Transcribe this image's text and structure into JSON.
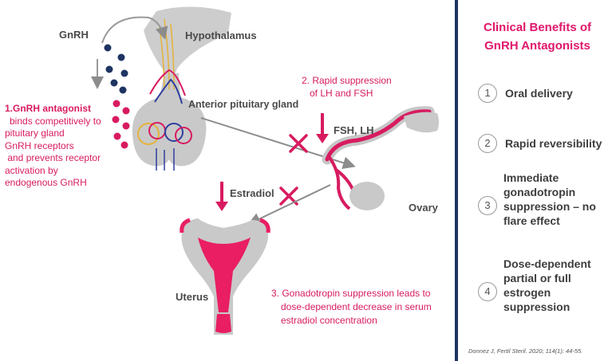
{
  "diagram": {
    "gnrh_label": "GnRH",
    "hypothalamus_label": "Hypothalamus",
    "pituitary_label": "Anterior pituitary gland",
    "fsh_lh_label": "FSH, LH",
    "estradiol_label": "Estradiol",
    "ovary_label": "Ovary",
    "uterus_label": "Uterus",
    "step1": {
      "title": "1.GnRH antagonist",
      "lines": [
        "binds competitively to",
        "pituitary gland",
        "GnRH receptors",
        " and prevents receptor",
        "activation by",
        "endogenous GnRH"
      ]
    },
    "step2": {
      "lines": [
        "2. Rapid suppression",
        "of LH and FSH"
      ]
    },
    "step3": {
      "lines": [
        "3. Gonadotropin suppression leads to",
        "dose-dependent decrease in serum",
        "estradiol concentration"
      ]
    }
  },
  "side_panel": {
    "title_lines": [
      "Clinical Benefits of",
      "GnRH Antagonists"
    ],
    "items": [
      {
        "num": "1",
        "lines": [
          "Oral delivery"
        ]
      },
      {
        "num": "2",
        "lines": [
          "Rapid reversibility"
        ]
      },
      {
        "num": "3",
        "lines": [
          "Immediate",
          "gonadotropin",
          "suppression – no",
          "flare effect"
        ]
      },
      {
        "num": "4",
        "lines": [
          "Dose-dependent",
          "partial or full",
          "estrogen",
          "suppression"
        ]
      }
    ],
    "citation": "Donnez J, Fertil Steril. 2020; 114(1): 44-55."
  },
  "colors": {
    "accent": "#e0176b",
    "navy": "#1e3462",
    "gray": "#bdbdbd",
    "text": "#4a4a4a"
  }
}
